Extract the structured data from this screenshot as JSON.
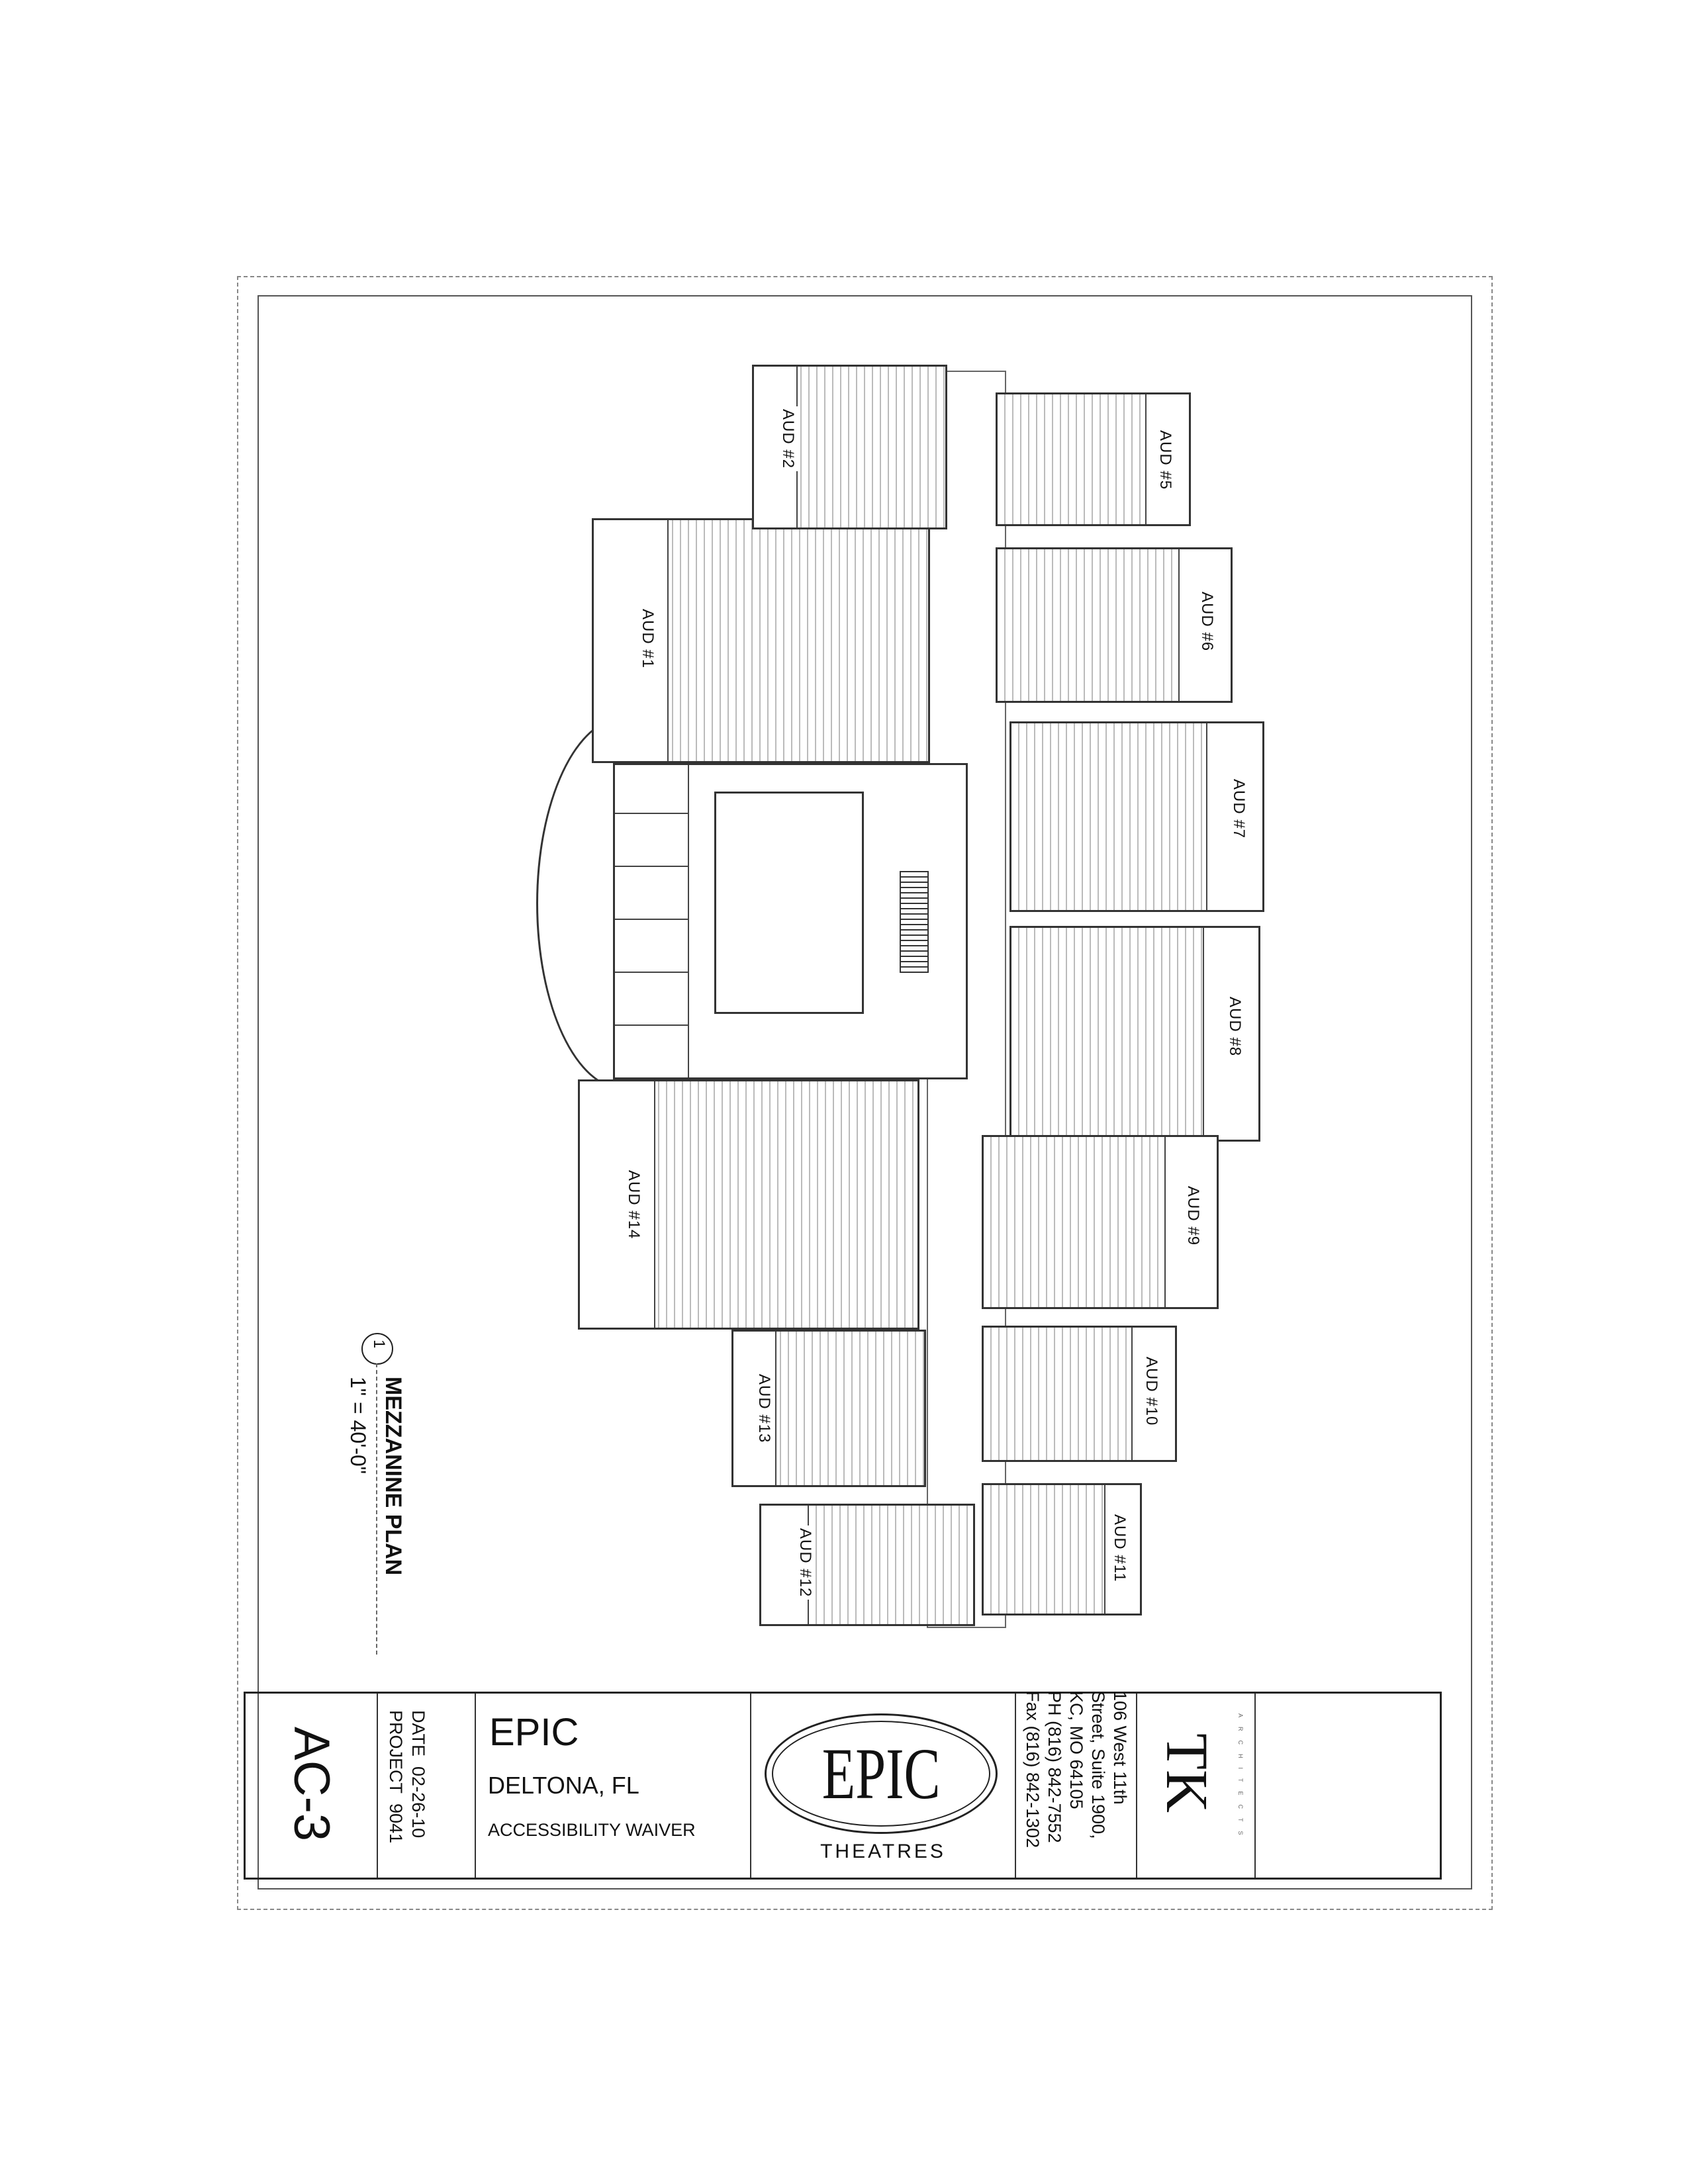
{
  "plan": {
    "detail_number": "1",
    "title": "MEZZANINE PLAN",
    "scale": "1\" = 40'-0\""
  },
  "auditoriums": [
    {
      "label": "AUD #1"
    },
    {
      "label": "AUD #2"
    },
    {
      "label": "AUD #5"
    },
    {
      "label": "AUD #6"
    },
    {
      "label": "AUD #7"
    },
    {
      "label": "AUD #8"
    },
    {
      "label": "AUD #9"
    },
    {
      "label": "AUD #10"
    },
    {
      "label": "AUD #11"
    },
    {
      "label": "AUD #12"
    },
    {
      "label": "AUD #13"
    },
    {
      "label": "AUD #14"
    }
  ],
  "title_block": {
    "sheet_number": "AC-3",
    "date_label": "DATE",
    "date_value": "02-26-10",
    "project_label": "PROJECT",
    "project_value": "9041",
    "project_name": "EPIC",
    "location": "DELTONA, FL",
    "description": "ACCESSIBILITY WAIVER",
    "client_logo_text": "EPIC",
    "client_logo_sub": "THEATRES",
    "architect_address": [
      "106 West 11th",
      "Street, Suite 1900,",
      "KC, MO 64105",
      "PH (816) 842-7552",
      "Fax (816) 842-1302"
    ],
    "architect_logo": "TK",
    "architect_logo_sub": "ARCHITECTS"
  }
}
